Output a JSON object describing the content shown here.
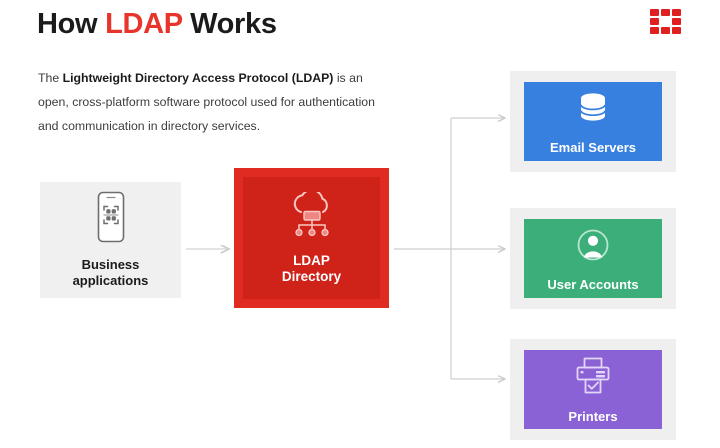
{
  "header": {
    "title_prefix": "How ",
    "title_accent": "LDAP",
    "title_suffix": " Works",
    "logo_name": "red-grid-logo"
  },
  "intro": {
    "text_before": "The ",
    "text_bold": "Lightweight Directory Access Protocol (LDAP)",
    "text_after": " is an open, cross-platform software protocol used for authentication and communication in directory services."
  },
  "diagram": {
    "source": {
      "label": "Business applications",
      "label_line1": "Business",
      "label_line2": "applications",
      "icon": "mobile-scan-icon",
      "background": "#f0f0f0",
      "text_color": "#1b1b1b"
    },
    "hub": {
      "label": "LDAP Directory",
      "label_line1": "LDAP",
      "label_line2": "Directory",
      "icon": "cloud-directory-tree-icon",
      "background": "#e02b22",
      "inner_background": "#cf2219",
      "text_color": "#ffffff"
    },
    "targets": [
      {
        "label": "Email Servers",
        "icon": "database-cylinder-icon",
        "color": "#3780e0",
        "frame_color": "#efefef"
      },
      {
        "label": "User Accounts",
        "icon": "user-circle-icon",
        "color": "#3bae79",
        "frame_color": "#efefef"
      },
      {
        "label": "Printers",
        "icon": "printer-icon",
        "color": "#8b62d6",
        "frame_color": "#efefef"
      }
    ],
    "connector_color": "#cfcfcf"
  }
}
